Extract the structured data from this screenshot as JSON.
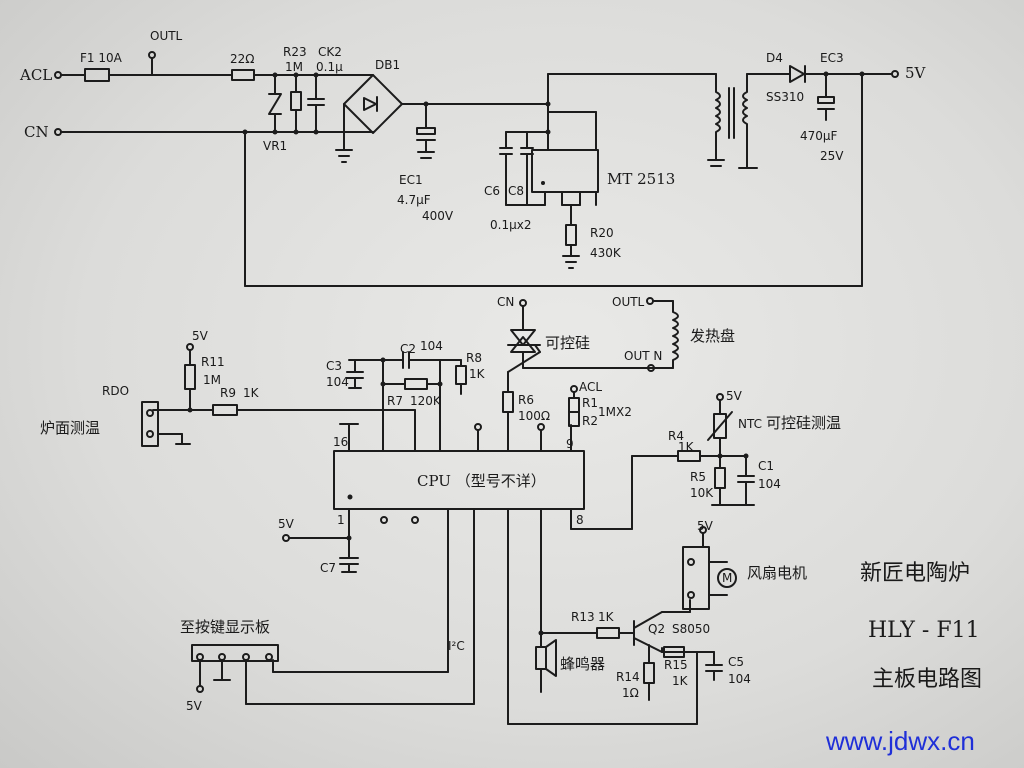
{
  "labels": {
    "acl": "ACL",
    "cn": "CN",
    "f1": "F1 10A",
    "outl_top": "OUTL",
    "r22": "22Ω",
    "r23": "R23",
    "r23v": "1M",
    "ck2": "CK2",
    "ck2v": "0.1μ",
    "vr1": "VR1",
    "db1": "DB1",
    "ec1": "EC1",
    "ec1v": "4.7μF",
    "ec1v2": "400V",
    "c6": "C6",
    "c8": "C8",
    "c68v": "0.1μx2",
    "mt2513": "MT 2513",
    "r20": "R20",
    "r20v": "430K",
    "d4": "D4",
    "d4v": "SS310",
    "ec3": "EC3",
    "ec3v": "470μF",
    "ec3v2": "25V",
    "v5_out": "5V",
    "cn2": "CN",
    "outl2": "OUTL",
    "heater": "发热盘",
    "triac": "可控硅",
    "outn": "OUT N",
    "c2": "C2",
    "c2v": "104",
    "r8": "R8",
    "r8v": "1K",
    "c3": "C3",
    "c3v": "104",
    "r7": "R7",
    "r7v": "120K",
    "r6": "R6",
    "r6v": "100Ω",
    "acl2": "ACL",
    "r1": "R1",
    "r2": "R2",
    "r12v": "1MX2",
    "v5_r11": "5V",
    "r11": "R11",
    "r11v": "1M",
    "rdo": "RDO",
    "r9": "R9",
    "r9v": "1K",
    "surface_temp": "炉面测温",
    "pin16": "16",
    "cpu": "CPU （型号不详）",
    "pin9": "9",
    "v5_ntc": "5V",
    "ntc": "NTC",
    "triac_temp": "可控硅测温",
    "r4": "R4",
    "r4v": "1K",
    "r5": "R5",
    "r5v": "10K",
    "c1": "C1",
    "c1v": "104",
    "pin8": "8",
    "v5_cpu": "5V",
    "pin1": "1",
    "c7": "C7",
    "v5_fan": "5V",
    "fan": "风扇电机",
    "m": "M",
    "disp_board": "至按键显示板",
    "i2c": "I²C",
    "r13": "R13",
    "r13v": "1K",
    "q2": "Q2",
    "q2v": "S8050",
    "buzzer": "蜂鸣器",
    "r14": "R14",
    "r14v": "1Ω",
    "r15": "R15",
    "r15v": "1K",
    "c5": "C5",
    "c5v": "104",
    "v5_disp": "5V",
    "title1": "新匠电陶炉",
    "title2": "HLY - F11",
    "title3": "主板电路图",
    "watermark": "www.jdwx.cn"
  }
}
